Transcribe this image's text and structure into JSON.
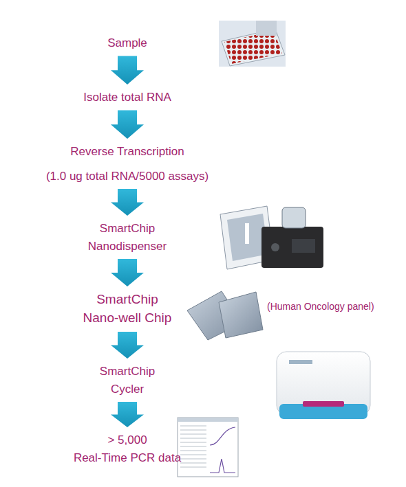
{
  "diagram": {
    "nodes": [
      {
        "text": [
          "Sample"
        ]
      },
      {
        "text": [
          "Isolate total RNA"
        ]
      },
      {
        "text": [
          "Reverse Transcription",
          "(1.0 ug total RNA/5000 assays)"
        ]
      },
      {
        "text": [
          "SmartChip Nanodispenser"
        ]
      },
      {
        "text": [
          "SmartChip Nano-well Chip"
        ]
      },
      {
        "text": [
          "SmartChip Cycler"
        ]
      },
      {
        "text": [
          "> 5,000 Real-Time PCR data"
        ]
      }
    ],
    "edges": [
      {
        "from": 0,
        "to": 1,
        "arrow": "to"
      },
      {
        "from": 1,
        "to": 2,
        "arrow": "to"
      },
      {
        "from": 2,
        "to": 3,
        "arrow": "to"
      },
      {
        "from": 3,
        "to": 4,
        "arrow": "to"
      },
      {
        "from": 4,
        "to": 5,
        "arrow": "to"
      },
      {
        "from": 5,
        "to": 6,
        "arrow": "to"
      }
    ],
    "labels": [
      "(Human Oncology panel)"
    ]
  }
}
